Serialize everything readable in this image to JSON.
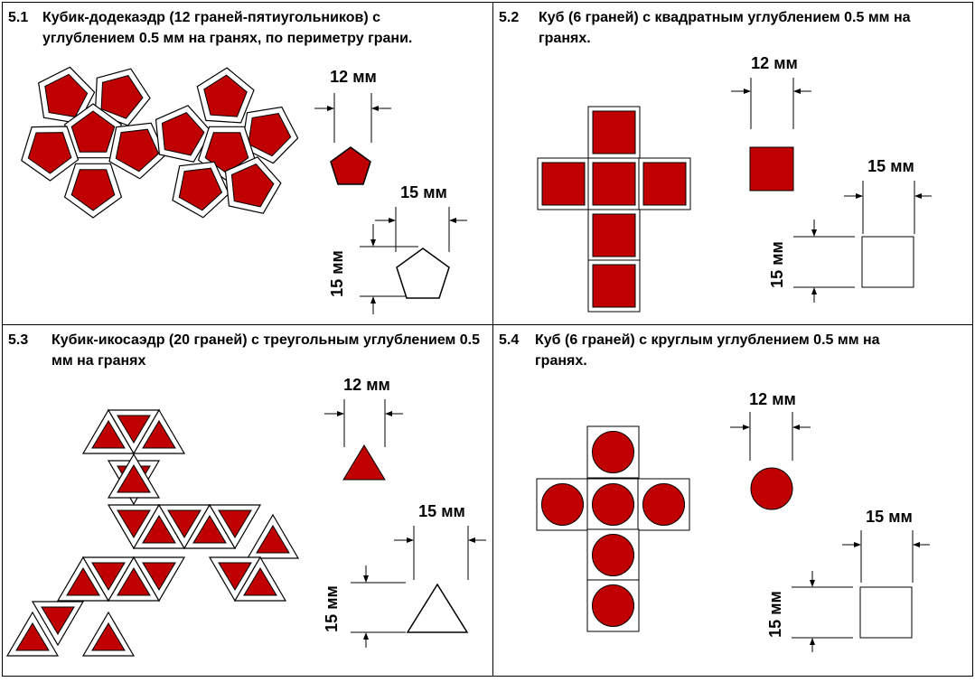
{
  "panels": [
    {
      "id": "5.1",
      "number": "5.1",
      "title": "Кубик-додекаэдр (12 граней-пятиугольников) с углублением 0.5 мм на гранях, по периметру грани.",
      "dim_small": "12 мм",
      "dim_large_w": "15 мм",
      "dim_large_h": "15 мм"
    },
    {
      "id": "5.2",
      "number": "5.2",
      "title": "Куб (6 граней) с  квадратным углублением 0.5 мм на гранях.",
      "dim_small": "12 мм",
      "dim_large_w": "15 мм",
      "dim_large_h": "15 мм"
    },
    {
      "id": "5.3",
      "number": "5.3",
      "title": "Кубик-икосаэдр (20 граней) с  треугольным углублением 0.5 мм на гранях",
      "dim_small": "12 мм",
      "dim_large_w": "15 мм",
      "dim_large_h": "15 мм"
    },
    {
      "id": "5.4",
      "number": "5.4",
      "title": "Куб (6 граней) с  круглым углублением 0.5 мм на гранях.",
      "dim_small": "12 мм",
      "dim_large_w": "15 мм",
      "dim_large_h": "15 мм"
    }
  ],
  "colors": {
    "fill": "#c00000",
    "stroke": "#000000",
    "background": "#ffffff"
  }
}
